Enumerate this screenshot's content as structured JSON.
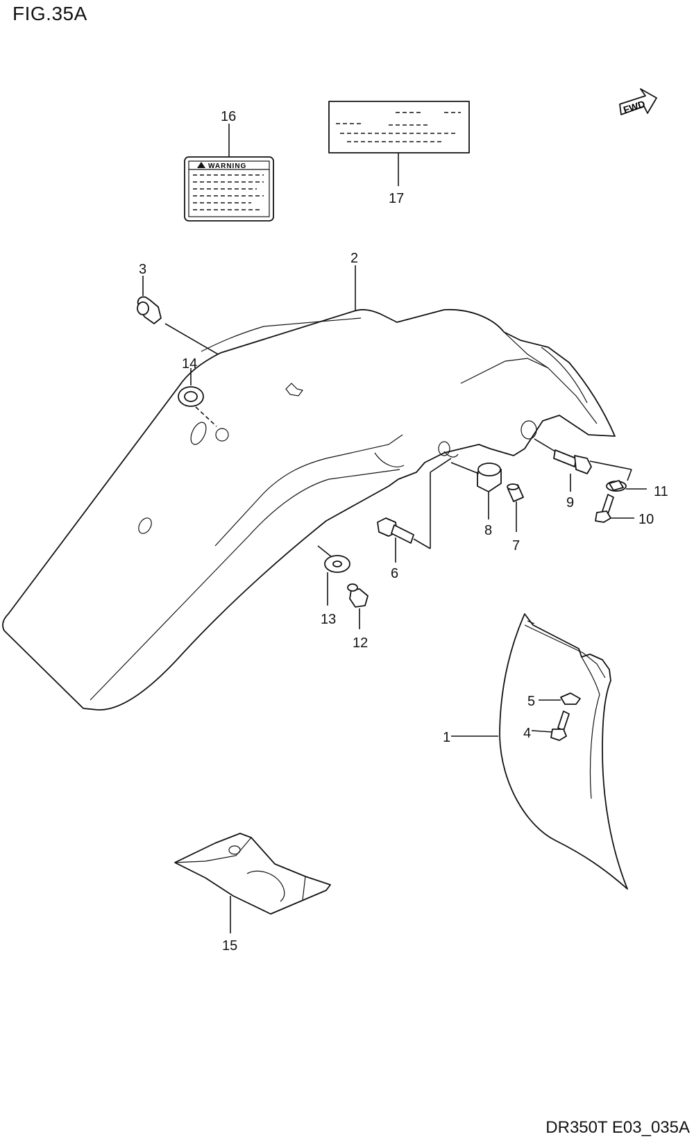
{
  "figure": {
    "title": "FIG.35A",
    "code": "DR350T E03_035A",
    "fwd_label": "FWD",
    "warning_label_text": "WARNING"
  },
  "callouts": [
    "1",
    "2",
    "3",
    "4",
    "5",
    "6",
    "7",
    "8",
    "9",
    "10",
    "11",
    "12",
    "13",
    "14",
    "15",
    "16",
    "17"
  ]
}
